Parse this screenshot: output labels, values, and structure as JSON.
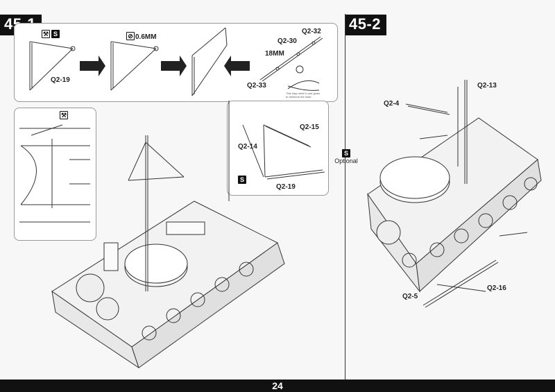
{
  "steps": {
    "left": "45-1",
    "right": "45-2"
  },
  "labels": {
    "q2_19_top": "Q2-19",
    "thickness": "0.6MM",
    "q2_32": "Q2-32",
    "q2_30": "Q2-30",
    "length": "18MM",
    "q2_33": "Q2-33",
    "note": "This step need to use glues to reinforce the mast",
    "q2_15": "Q2-15",
    "q2_14": "Q2-14",
    "q2_19_inset": "Q2-19",
    "q2_4": "Q2-4",
    "q2_13": "Q2-13",
    "q2_5": "Q2-5",
    "q2_16": "Q2-16",
    "optional": "Optional"
  },
  "icons": {
    "glue": "glue-icon",
    "optional": "optional-part-icon",
    "drill": "drill-icon",
    "pliers": "pliers-icon"
  },
  "page_number": "24"
}
